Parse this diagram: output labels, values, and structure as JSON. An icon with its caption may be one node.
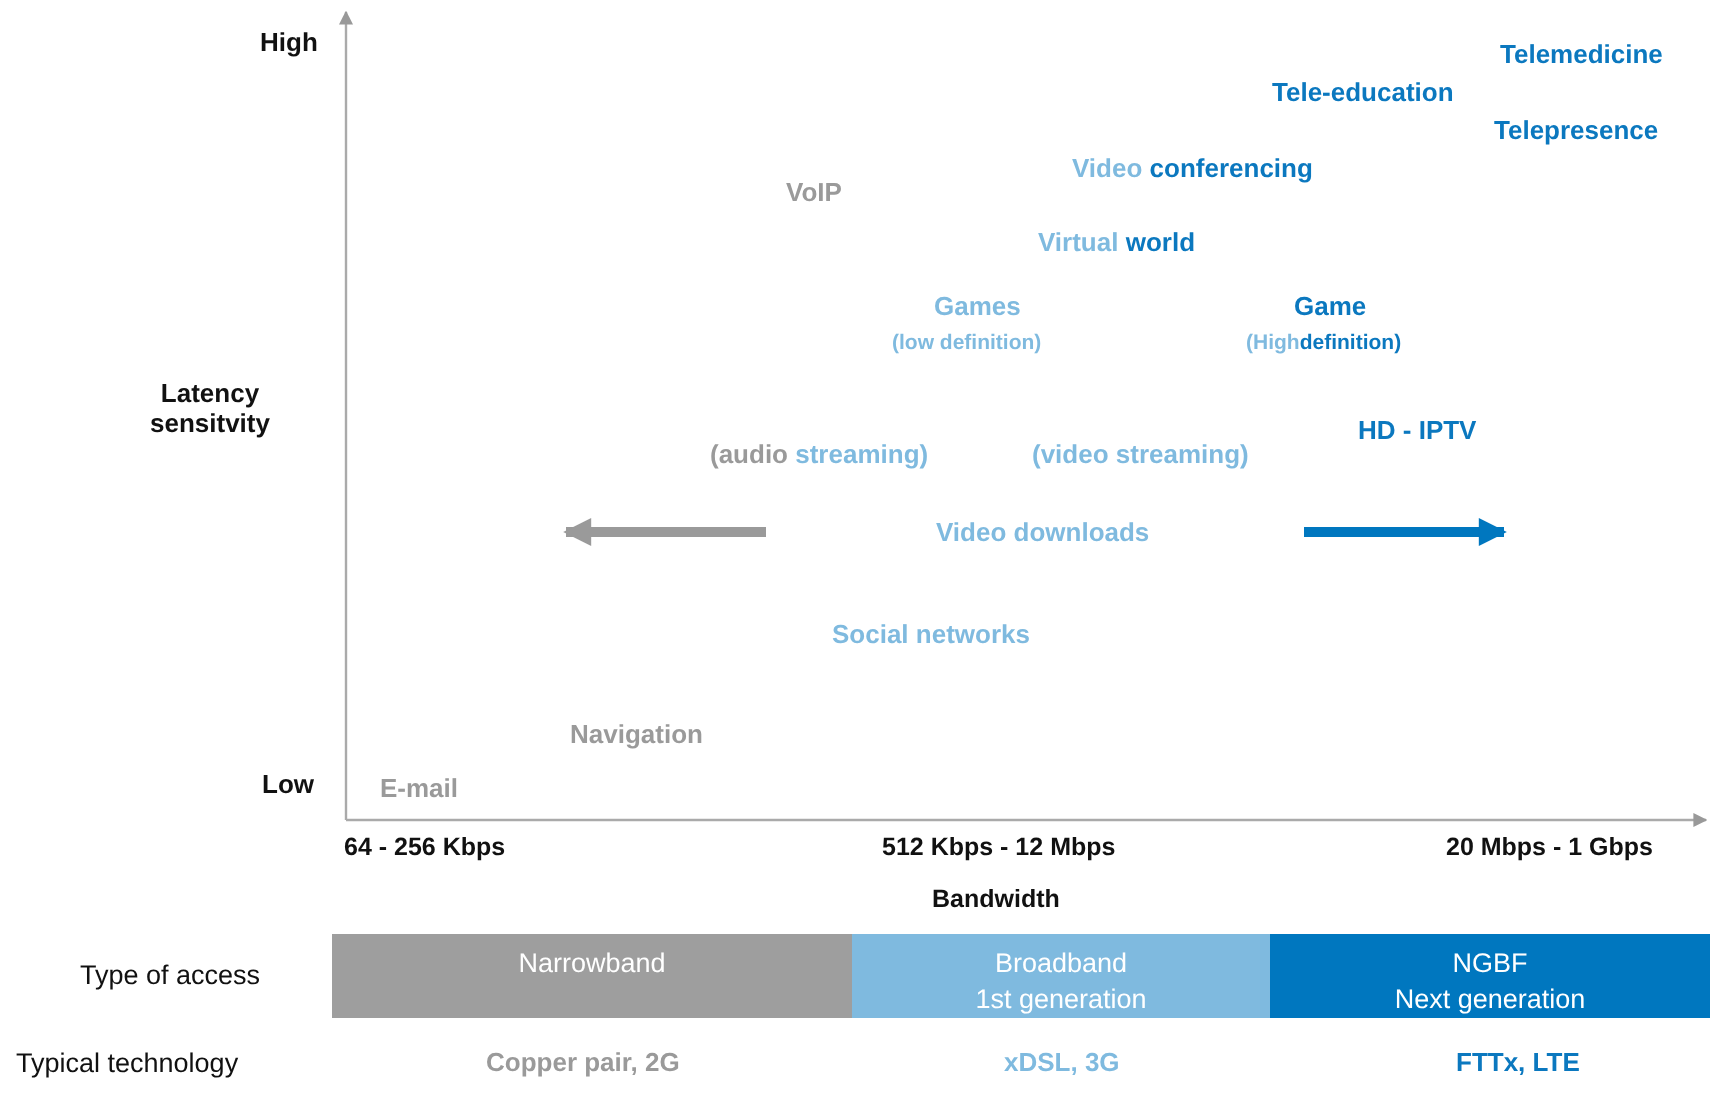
{
  "diagram": {
    "nodes": [
      {
        "text": [
          "Narrowband"
        ]
      },
      {
        "text": [
          "Broadband",
          "1st generation"
        ]
      },
      {
        "text": [
          "NGBF",
          "Next generation"
        ]
      }
    ],
    "edges": [],
    "labels": [
      "High",
      "Telemedicine",
      "Tele-education",
      "Telepresence",
      "Video",
      "conferencing",
      "VoIP",
      "Virtual",
      "world",
      "Games",
      "Game",
      "(low definition)",
      "(High",
      "definition)",
      "Latency sensitvity",
      "HD - IPTV",
      "(audio",
      "streaming)",
      "(video streaming)",
      "Video downloads",
      "Social networks",
      "Navigation",
      "Low",
      "E-mail",
      "64 - 256 Kbps",
      "512 Kbps - 12 Mbps",
      "20 Mbps - 1 Gbps",
      "Bandwidth",
      "Type of access",
      "Typical technology",
      "Copper pair, 2G",
      "xDSL, 3G",
      "FTTx, LTE"
    ]
  }
}
